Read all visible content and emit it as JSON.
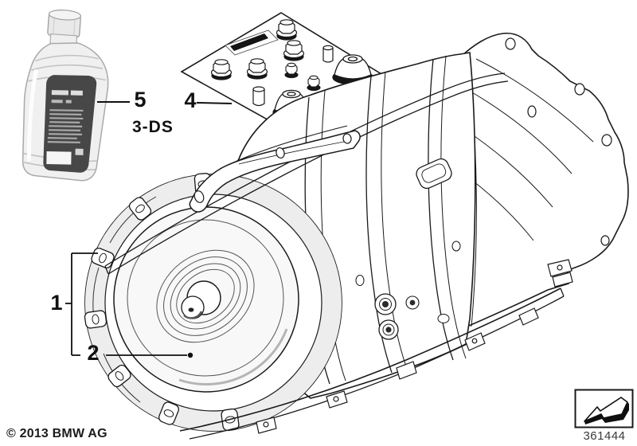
{
  "diagram": {
    "title_hidden": "",
    "variant_code": "3-DS",
    "callouts": [
      {
        "label": "1",
        "target": "automatic-transmission-assembly"
      },
      {
        "label": "2",
        "target": "torque-converter"
      },
      {
        "label": "4",
        "target": "sealing-plug-kit-plate"
      },
      {
        "label": "5",
        "target": "atf-oil-bottle"
      }
    ],
    "footer": {
      "copyright": "© 2013 BMW AG",
      "diagram_number": "361444"
    },
    "icons": {
      "direction_arrow": "arrow-down-left-3d-icon"
    },
    "colors": {
      "line": "#1a1a1a",
      "shade_band": "#ededed",
      "converter_face": "#f8f8f8",
      "bottle_label": "#474747",
      "bottle_body": "#f0f0f0"
    }
  }
}
